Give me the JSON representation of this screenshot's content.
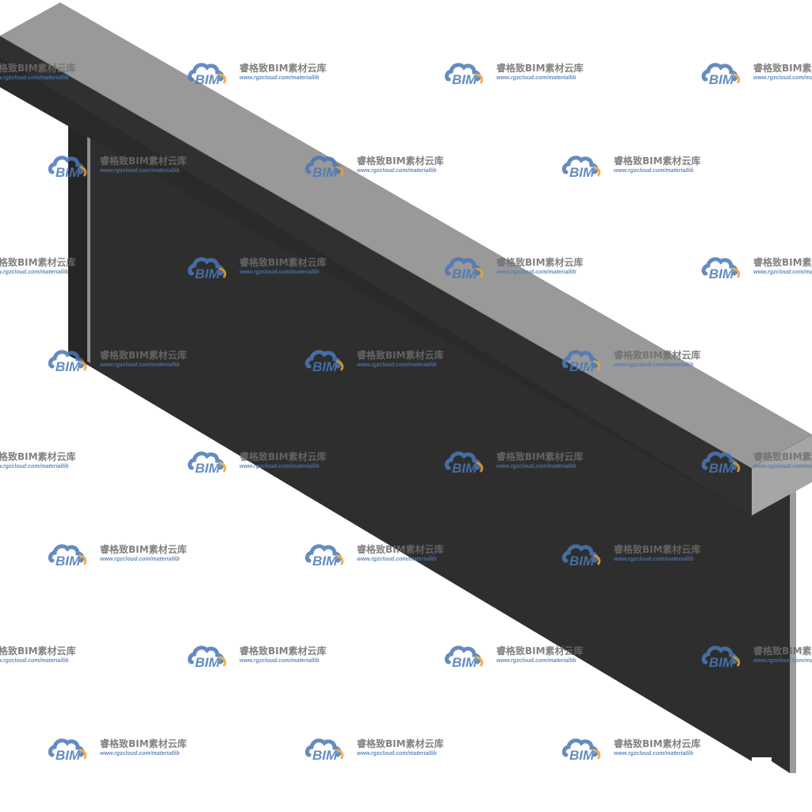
{
  "scene": {
    "subject": "3D isometric view of a wall with top cap",
    "colors": {
      "background": "#ffffff",
      "cap_top": "#999999",
      "cap_top_edge": "#8a8a8a",
      "cap_front": "#b9b9b9",
      "cap_end": "#a8a8a8",
      "wall_face": "#2e2e2e",
      "wall_edge_highlight": "#9a9a9a",
      "outline": "#1e1e1e"
    }
  },
  "watermark": {
    "title": "睿格致BIM素材云库",
    "url": "www.rgzcloud.com/materiallib",
    "logo_text": "BIM",
    "colors": {
      "cloud_blue": "#4a78b8",
      "cloud_orange": "#f0a030",
      "text_gray": "#6d6d6d",
      "url_blue": "#4a78b8"
    },
    "opacity": 0.85
  }
}
